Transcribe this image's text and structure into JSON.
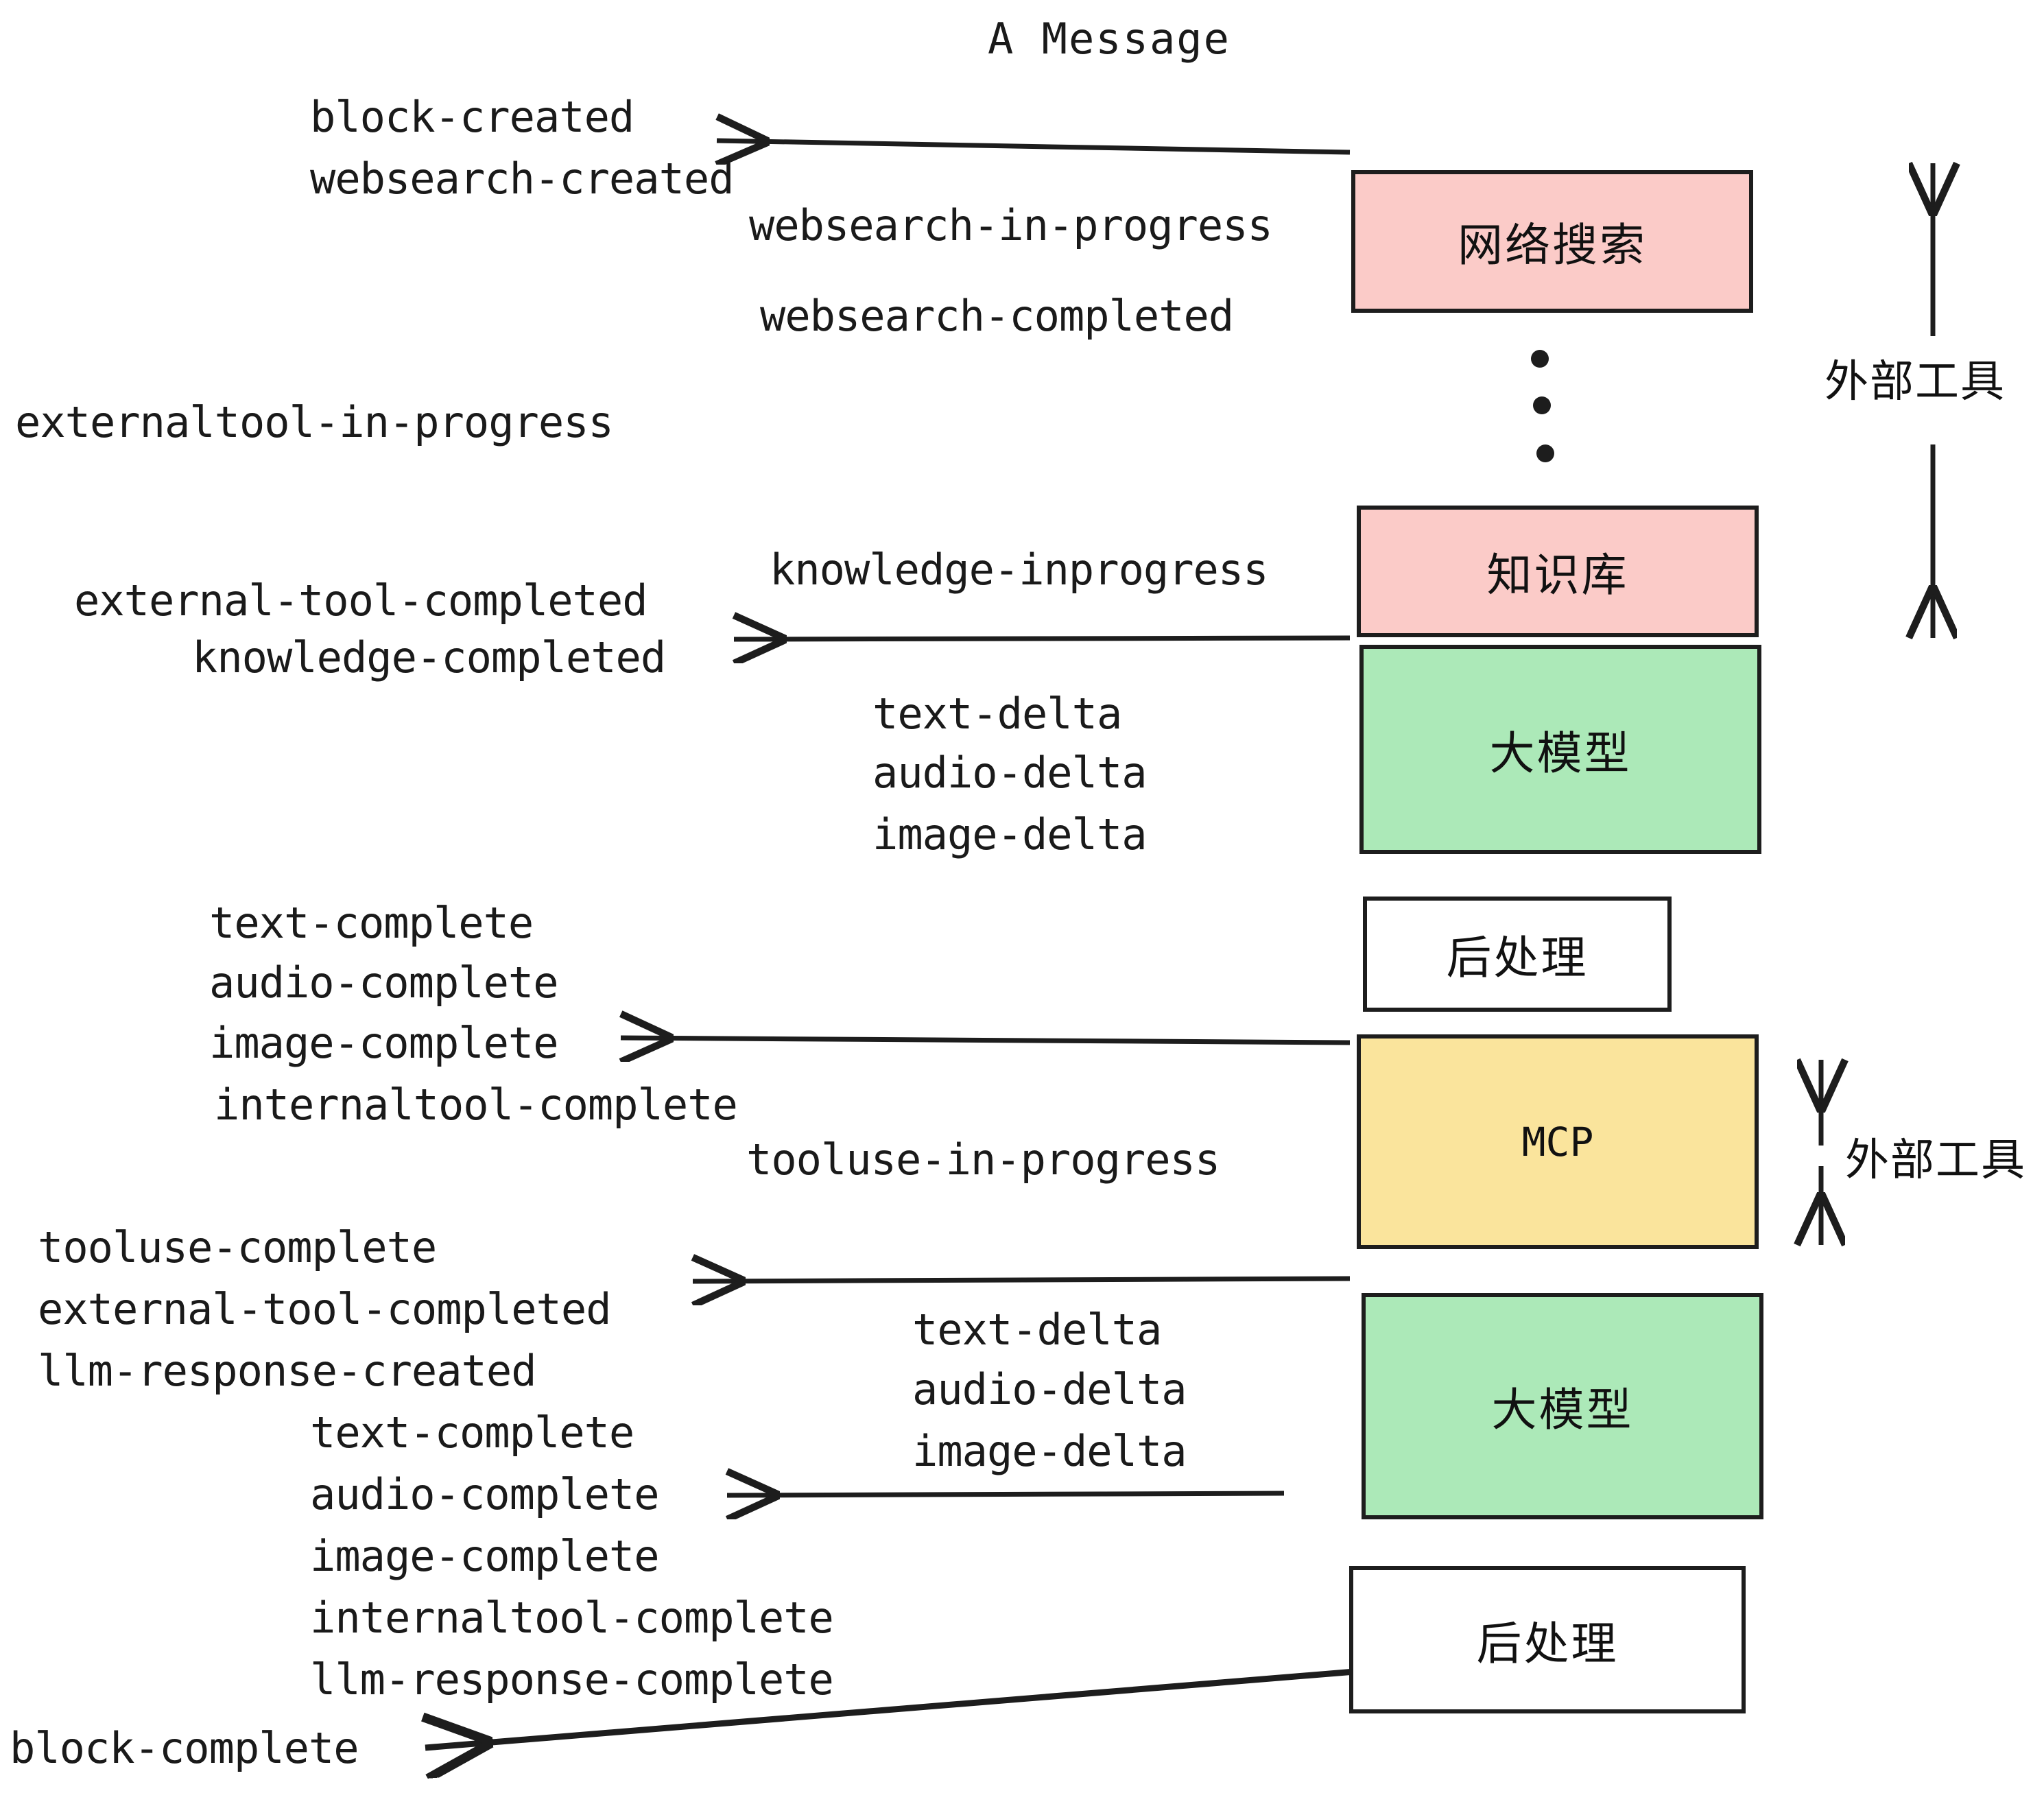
{
  "title": "A Message",
  "colors": {
    "external_tool_box": "#FBCBC8",
    "llm_box": "#ACE9B8",
    "mcp_box": "#FAE49C",
    "postprocess_box": "#FFFFFF",
    "stroke": "#1d1d1d",
    "text": "#1a1a1a",
    "background": "#FFFFFF"
  },
  "boxes": [
    {
      "id": "websearch",
      "label": "网络搜索",
      "fill": "#FBCBC8"
    },
    {
      "id": "knowledge",
      "label": "知识库",
      "fill": "#FBCBC8"
    },
    {
      "id": "llm-1",
      "label": "大模型",
      "fill": "#ACE9B8"
    },
    {
      "id": "postprocess-1",
      "label": "后处理",
      "fill": "#FFFFFF"
    },
    {
      "id": "mcp",
      "label": "MCP",
      "fill": "#FAE49C"
    },
    {
      "id": "llm-2",
      "label": "大模型",
      "fill": "#ACE9B8"
    },
    {
      "id": "postprocess-2",
      "label": "后处理",
      "fill": "#FFFFFF"
    }
  ],
  "side_labels": {
    "external_tools_top": "外部工具",
    "external_tools_bottom": "外部工具"
  },
  "events": {
    "block_created": "block-created",
    "websearch_created": "websearch-created",
    "websearch_in_progress": "websearch-in-progress",
    "websearch_completed": "websearch-completed",
    "externaltool_in_progress": "externaltool-in-progress",
    "knowledge_inprogress": "knowledge-inprogress",
    "external_tool_completed_1": "external-tool-completed",
    "knowledge_completed": "knowledge-completed",
    "text_delta_1": "text-delta",
    "audio_delta_1": "audio-delta",
    "image_delta_1": "image-delta",
    "text_complete_1": "text-complete",
    "audio_complete_1": "audio-complete",
    "image_complete_1": "image-complete",
    "internaltool_complete_1": "internaltool-complete",
    "tooluse_in_progress": "tooluse-in-progress",
    "tooluse_complete": "tooluse-complete",
    "external_tool_completed_2": "external-tool-completed",
    "llm_response_created": "llm-response-created",
    "text_delta_2": "text-delta",
    "audio_delta_2": "audio-delta",
    "image_delta_2": "image-delta",
    "text_complete_2": "text-complete",
    "audio_complete_2": "audio-complete",
    "image_complete_2": "image-complete",
    "internaltool_complete_2": "internaltool-complete",
    "llm_response_complete": "llm-response-complete",
    "block_complete": "block-complete"
  }
}
